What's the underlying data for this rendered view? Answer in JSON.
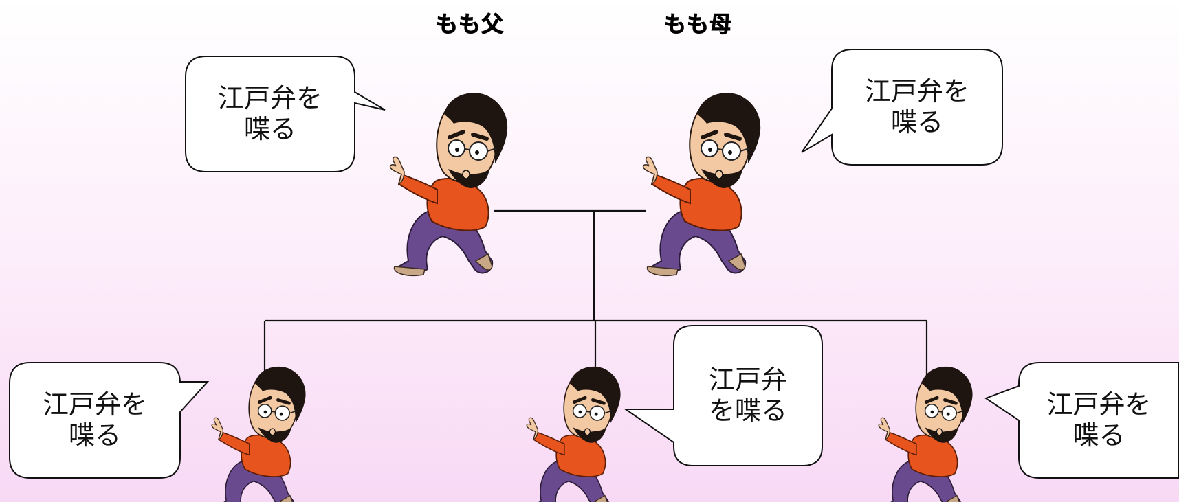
{
  "parents": {
    "father_label": "もも父",
    "mother_label": "もも母"
  },
  "bubbles": {
    "father": {
      "line1": "江戸弁を",
      "line2": "喋る"
    },
    "mother": {
      "line1": "江戸弁を",
      "line2": "喋る"
    },
    "child_left": {
      "line1": "江戸弁を",
      "line2": "喋る"
    },
    "child_middle": {
      "line1": "江戸弁",
      "line2": "を喋る"
    },
    "child_right": {
      "line1": "江戸弁を",
      "line2": "喋る"
    }
  },
  "colors": {
    "shirt": "#e8541e",
    "pants": "#6a4a8e",
    "skin": "#f3c9a4",
    "hair": "#1e1410",
    "line": "#111111"
  }
}
